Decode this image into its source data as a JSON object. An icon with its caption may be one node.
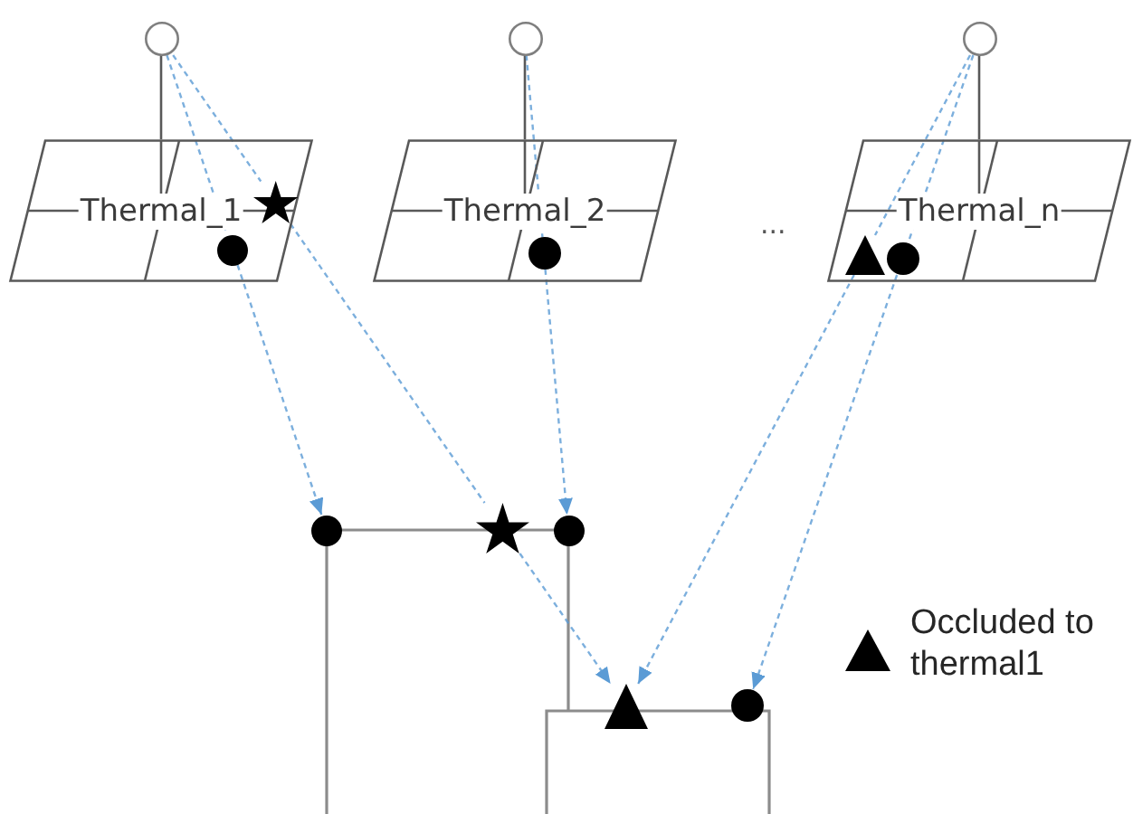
{
  "diagram": {
    "nodes": [
      {
        "text": [],
        "shape": "circle"
      },
      {
        "text": [],
        "shape": "circle"
      },
      {
        "text": [],
        "shape": "circle"
      },
      {
        "text": [
          "Thermal_1"
        ]
      },
      {
        "text": [],
        "shape": "star",
        "in": 3
      },
      {
        "text": [],
        "shape": "circle",
        "in": 3
      },
      {
        "text": [
          "Thermal_2"
        ]
      },
      {
        "text": [],
        "shape": "circle",
        "in": 6
      },
      {
        "text": [
          "Thermal_n"
        ]
      },
      {
        "text": [],
        "shape": "triangle",
        "in": 8
      },
      {
        "text": [],
        "shape": "circle",
        "in": 8
      },
      {
        "text": [],
        "shape": "circle"
      },
      {
        "text": [],
        "shape": "star"
      },
      {
        "text": [],
        "shape": "circle"
      },
      {
        "text": [],
        "shape": "triangle"
      },
      {
        "text": [],
        "shape": "circle"
      }
    ],
    "edges": [
      {
        "from": 0,
        "to": 3,
        "arrow": "none",
        "color": "#595959"
      },
      {
        "from": 1,
        "to": 6,
        "arrow": "none",
        "color": "#595959"
      },
      {
        "from": 2,
        "to": 8,
        "arrow": "none",
        "color": "#595959"
      },
      {
        "from": 0,
        "to": 5,
        "arrow": "none",
        "style": "dashed"
      },
      {
        "from": 5,
        "to": 11,
        "arrow": "to",
        "style": "dashed"
      },
      {
        "from": 0,
        "to": 4,
        "arrow": "none",
        "style": "dashed"
      },
      {
        "from": 4,
        "to": 12,
        "arrow": "none",
        "style": "dashed"
      },
      {
        "from": 12,
        "to": 14,
        "arrow": "to",
        "style": "dashed"
      },
      {
        "from": 1,
        "to": 7,
        "arrow": "none",
        "style": "dashed"
      },
      {
        "from": 7,
        "to": 13,
        "arrow": "to",
        "style": "dashed"
      },
      {
        "from": 2,
        "to": 9,
        "arrow": "none",
        "style": "dashed"
      },
      {
        "from": 9,
        "to": 14,
        "arrow": "to",
        "style": "dashed"
      },
      {
        "from": 2,
        "to": 10,
        "arrow": "none",
        "style": "dashed"
      },
      {
        "from": 10,
        "to": 15,
        "arrow": "to",
        "style": "dashed"
      }
    ],
    "labels": [
      "..."
    ],
    "legend": [
      {
        "text": "Occluded to thermal1"
      }
    ]
  }
}
